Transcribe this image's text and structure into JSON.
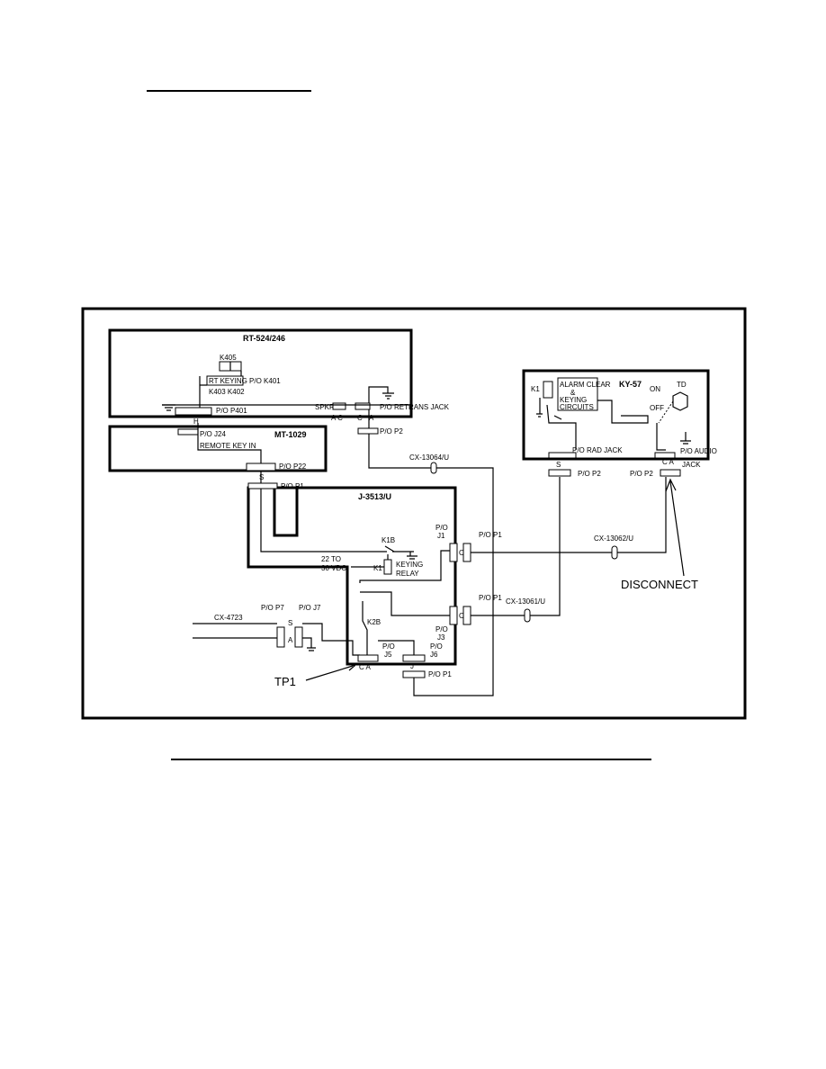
{
  "units": {
    "rt": "RT-524/246",
    "mt": "MT-1029",
    "jbox": "J-3513/U",
    "ky": "KY-57"
  },
  "labels": {
    "k405": "K405",
    "rt_keying": "RT KEYING P/O K401",
    "k403_k402": "K403 K402",
    "po_p401": "P/O P401",
    "h": "H",
    "spkr": "SPKR",
    "ac": "A C",
    "c": "C",
    "a": "A",
    "po_retrans": "P/O RETRANS JACK",
    "po_j24": "P/O J24",
    "po_p2_top": "P/O P2",
    "remote_key_in": "REMOTE KEY IN",
    "po_p22": "P/O P22",
    "s": "S",
    "po_p1": "P/O P1",
    "cx13064": "CX-13064/U",
    "k1b": "K1B",
    "v22": "22 TO",
    "v30": "30 VDC",
    "k1": "K1",
    "keying": "KEYING",
    "relay": "RELAY",
    "k2b": "K2B",
    "po_j1_a": "P/O",
    "po_j1_b": "J1",
    "po_p1_j1": "P/O P1",
    "po_p1_j3": "P/O P1",
    "po_j3_a": "P/O",
    "po_j3_b": "J3",
    "cx13061": "CX-13061/U",
    "cx13062": "CX-13062/U",
    "po_p7": "P/O P7",
    "po_j7": "P/O J7",
    "cx4723": "CX-4723",
    "po_j5_a": "P/O",
    "po_j5_b": "J5",
    "po_j6_a": "P/O",
    "po_j6_b": "J6",
    "ca": "C   A",
    "j": "J",
    "po_p1_bottom": "P/O P1",
    "tp1": "TP1",
    "disconnect": "DISCONNECT",
    "ky_k1": "K1",
    "alarm_clear": "ALARM CLEAR",
    "amp": "&",
    "keying_circuits": "KEYING",
    "circuits": "CIRCUITS",
    "on": "ON",
    "off": "OFF",
    "td": "TD",
    "po_rad_jack": "P/O RAD JACK",
    "po_audio": "P/O AUDIO",
    "jack": "JACK",
    "po_p2_rad": "P/O P2",
    "po_p2_audio": "P/O P2",
    "s2": "S",
    "ca2": "C A"
  }
}
